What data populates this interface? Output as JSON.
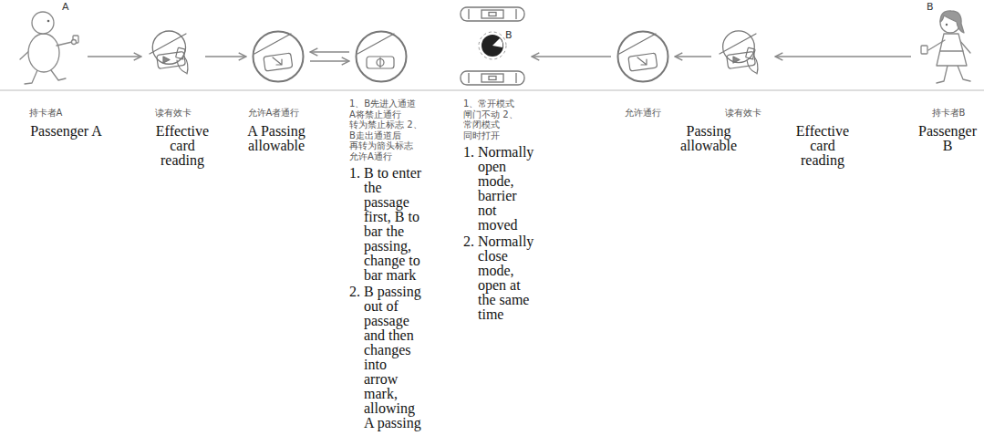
{
  "diagram": {
    "nodes": [
      {
        "text": [
          "持卡者A",
          "Passenger A"
        ]
      },
      {
        "text": [
          "读有效卡",
          "Effective card reading"
        ]
      },
      {
        "text": [
          "允许A者通行",
          "A Passing allowable"
        ]
      },
      {
        "text": [
          "1、B先进入通道 A将禁止通行 转为禁止标志 2、B走出通道后 再转为箭头标志 允许A通行",
          "1. B to enter the passage first, B to bar the passing, change to bar mark",
          "2. B passing out of passage and then changes into arrow mark, allowing A passing"
        ]
      },
      {
        "text": [
          "1、常开模式 闸门不动 2、常闭模式 同时打开",
          "1. Normally open mode, barrier not moved",
          "2. Normally close mode, open at the same time"
        ]
      },
      {
        "text": [
          "允许通行",
          "Passing allowable"
        ]
      },
      {
        "text": [
          "读有效卡",
          "Effective card reading"
        ]
      },
      {
        "text": [
          "持卡者B",
          "Passenger B"
        ]
      }
    ],
    "edges": [
      {
        "from": 0,
        "to": 1,
        "arrow": "to"
      },
      {
        "from": 1,
        "to": 2,
        "arrow": "to"
      },
      {
        "from": 3,
        "to": 2,
        "arrow": "to"
      },
      {
        "from": 2,
        "to": 3,
        "arrow": "to"
      },
      {
        "from": 5,
        "to": 4,
        "arrow": "to"
      },
      {
        "from": 6,
        "to": 5,
        "arrow": "to"
      },
      {
        "from": 7,
        "to": 6,
        "arrow": "to"
      }
    ],
    "labels": [
      "A",
      "B",
      "B"
    ]
  }
}
